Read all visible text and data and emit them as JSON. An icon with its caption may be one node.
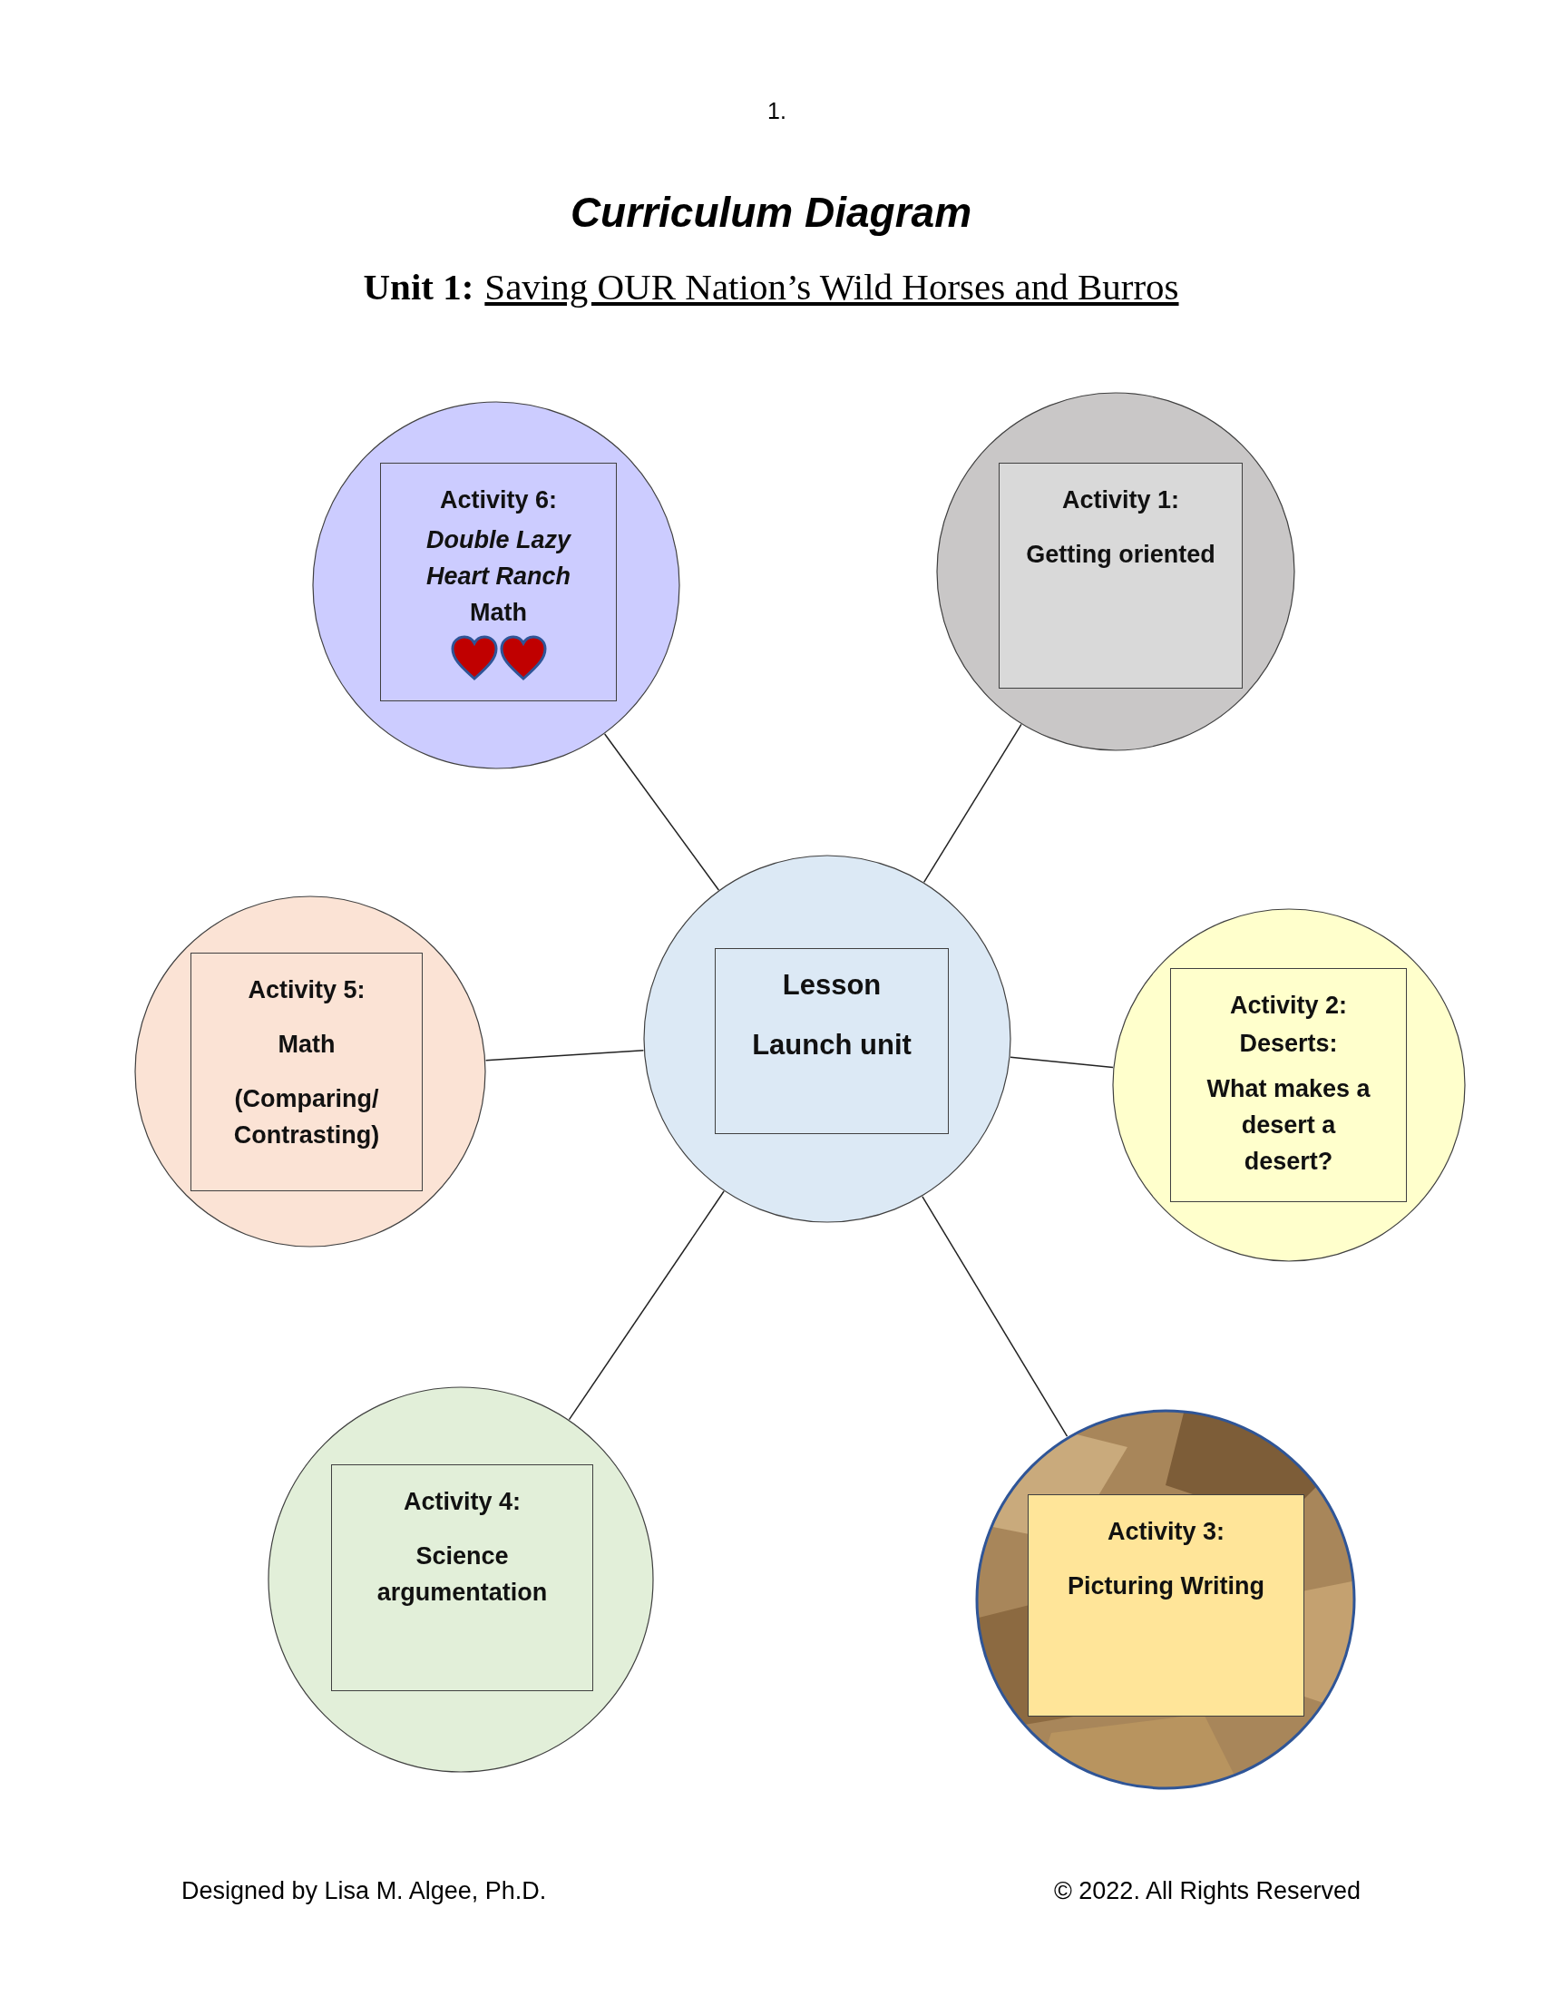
{
  "diagram": {
    "title": "Curriculum Diagram",
    "nodes": [
      {
        "text": [],
        "shape": "circle"
      },
      {
        "text": [
          "Activity 6:",
          "*Double Lazy Heart Ranch* Math"
        ],
        "in": 0
      },
      {
        "text": [],
        "shape": "circle"
      },
      {
        "text": [
          "Activity 1:",
          "Getting oriented"
        ],
        "in": 2
      },
      {
        "text": [],
        "shape": "circle"
      },
      {
        "text": [
          "Activity 5:",
          "Math",
          "(Comparing/ Contrasting)"
        ],
        "in": 4
      },
      {
        "text": [],
        "shape": "circle"
      },
      {
        "text": [
          "Lesson",
          "Launch unit"
        ],
        "in": 6
      },
      {
        "text": [],
        "shape": "circle"
      },
      {
        "text": [
          "Activity 2:",
          "Deserts:",
          "What makes a desert a desert?"
        ],
        "in": 8
      },
      {
        "text": [],
        "shape": "circle"
      },
      {
        "text": [
          "Activity 4:",
          "Science argumentation"
        ],
        "in": 10
      },
      {
        "text": [],
        "shape": "circle"
      },
      {
        "text": [
          "Activity 3:",
          "Picturing Writing"
        ],
        "in": 12
      }
    ],
    "edges": [
      {
        "from": 6,
        "to": 0,
        "arrow": "none"
      },
      {
        "from": 6,
        "to": 2,
        "arrow": "none"
      },
      {
        "from": 6,
        "to": 4,
        "arrow": "none"
      },
      {
        "from": 6,
        "to": 8,
        "arrow": "none"
      },
      {
        "from": 6,
        "to": 10,
        "arrow": "none"
      },
      {
        "from": 6,
        "to": 12,
        "arrow": "none"
      }
    ],
    "labels": [
      "1.",
      "Unit 1:",
      "Saving OUR Nation’s Wild Horses and Burros",
      "Designed by Lisa M. Algee, Ph.D.",
      "© 2022. All Rights Reserved"
    ]
  }
}
